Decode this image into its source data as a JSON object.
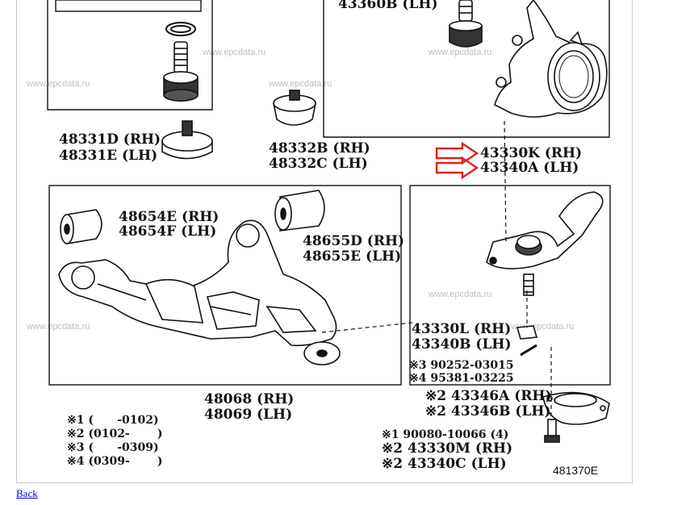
{
  "watermark": "www.epcdata.ru",
  "diagram_code": "481370E",
  "back_link": "Back",
  "labels": {
    "p43360b_lh": "43360B (LH)",
    "p48331d": "48331D (RH)",
    "p48331e": "48331E (LH)",
    "p48332b": "48332B (RH)",
    "p48332c": "48332C (LH)",
    "p43330k": "43330K (RH)",
    "p43340a": "43340A (LH)",
    "p48654e": "48654E (RH)",
    "p48654f": "48654F (LH)",
    "p48655d": "48655D (RH)",
    "p48655e": "48655E (LH)",
    "p43330l": "43330L (RH)",
    "p43340b": "43340B (LH)",
    "p90252": "※3 90252-03015",
    "p95381": "※4 95381-03225",
    "p43346a": "※2 43346A (RH)",
    "p43346b": "※2 43346B (LH)",
    "p48068": "48068 (RH)",
    "p48069": "48069 (LH)",
    "p90080": "※1 90080-10066 (4)",
    "p43330m": "※2 43330M (RH)",
    "p43340c": "※2 43340C (LH)"
  },
  "notes": [
    "※1 (      -0102)",
    "※2 (0102-       )",
    "※3 (      -0309)",
    "※4 (0309-       )"
  ],
  "colors": {
    "highlight_arrow": "#e02020",
    "line": "#111111",
    "border": "#c8c8c8"
  }
}
